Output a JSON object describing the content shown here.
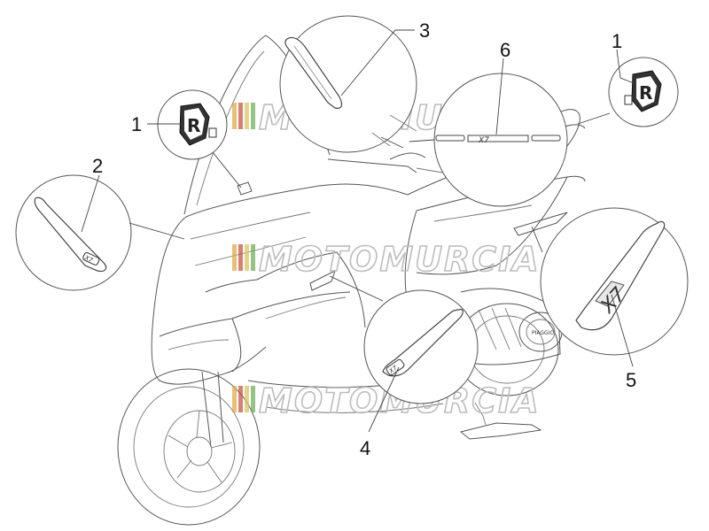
{
  "callouts": [
    {
      "id": "c1a",
      "label": "1"
    },
    {
      "id": "c1b",
      "label": "1"
    },
    {
      "id": "c2",
      "label": "2"
    },
    {
      "id": "c3",
      "label": "3"
    },
    {
      "id": "c4",
      "label": "4"
    },
    {
      "id": "c5",
      "label": "5"
    },
    {
      "id": "c6",
      "label": "6"
    }
  ],
  "decals": {
    "badge_letters": "R",
    "badge_letters_right": "R",
    "strip_text": "X7",
    "side_decal_text": "X7",
    "small_decal_text": "X7",
    "engine_badge_text": "PIAGGIO"
  },
  "watermark": {
    "text": "MOTOMURCIA",
    "stripe_colors": [
      "#e0a33a",
      "#c94a3b",
      "#d9c25a",
      "#6aa84f"
    ]
  }
}
